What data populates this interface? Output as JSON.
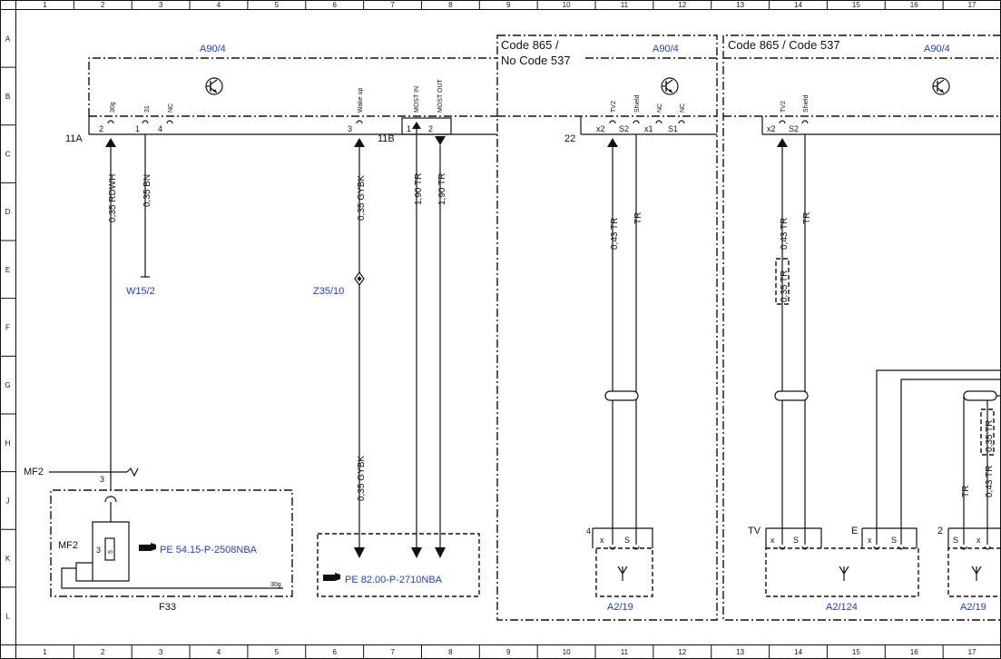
{
  "grid": {
    "columns": [
      "1",
      "2",
      "3",
      "4",
      "5",
      "6",
      "7",
      "8",
      "9",
      "10",
      "11",
      "12",
      "13",
      "14",
      "15",
      "16",
      "17"
    ],
    "rows": [
      "A",
      "B",
      "C",
      "D",
      "E",
      "F",
      "G",
      "H",
      "J",
      "K",
      "L"
    ]
  },
  "components": {
    "a90_left": "A90/4",
    "a90_mid": "A90/4",
    "a90_right": "A90/4",
    "w15": "W15/2",
    "z35": "Z35/10",
    "f33": "F33",
    "mf2_outer": "MF2",
    "mf2_inner": "MF2",
    "a2_19_mid": "A2/19",
    "a2_124": "A2/124",
    "a2_19_right": "A2/19"
  },
  "codes": {
    "mid_line1": "Code 865  /",
    "mid_line2": "No Code 537",
    "right": "Code 865  / Code 537"
  },
  "connectors": {
    "c11a": "11A",
    "c11b": "11B",
    "c22": "22"
  },
  "pins": {
    "p30g": "30g",
    "p31": "31",
    "pnc": "NC",
    "pwake": "Wake up",
    "pmostin": "MOST IN",
    "pmostout": "MOST OUT",
    "ptv2_mid": "TV2",
    "pshield_mid": "Shield",
    "pnc_mid1": "NC",
    "pnc_mid2": "NC",
    "ptv2_right": "TV2",
    "pshield_right": "Shield",
    "n2": "2",
    "n1": "1",
    "n4": "4",
    "n3": "3",
    "nb1": "1",
    "nb2": "2",
    "x2_mid": "x2",
    "s2_mid": "S2",
    "x1_mid": "x1",
    "s1_mid": "S1",
    "x2_right": "x2",
    "s2_right": "S2",
    "mf2_pin3": "3",
    "fuse_pin3": "3",
    "fuse_val": "5",
    "fuse_30g": "30g",
    "mid_bot_num": "4",
    "mid_bot_x": "x",
    "mid_bot_s": "S",
    "tv_label": "TV",
    "tv_x": "x",
    "tv_s": "S",
    "e_label": "E",
    "e_x": "x",
    "e_s": "S",
    "r2_label": "2",
    "r2_s": "S",
    "r2_x": "x"
  },
  "wires": {
    "w1": "0,35 RDWH",
    "w2": "0,35 BN",
    "w3": "0,35 GYBK",
    "w3b": "0,35 GYBK",
    "w4": "1,90 TR",
    "w5": "1,90 TR",
    "w6": "0,43 TR",
    "w7": "TR",
    "w8": "0,43 TR",
    "w9": "TR",
    "w8b": "0,35 TR",
    "w10": "TR",
    "w11": "0,43 TR",
    "w11b": "0,35 TR"
  },
  "refs": {
    "pe1": "PE 54.15-P-2508NBA",
    "pe2": "PE 82.00-P-2710NBA"
  },
  "colors": {
    "link": "#1f3fd6",
    "line": "#111111"
  },
  "icons": [
    "transistor-icon",
    "antenna-icon",
    "reference-hand-icon",
    "fuse-icon",
    "ground-symbol-icon"
  ]
}
